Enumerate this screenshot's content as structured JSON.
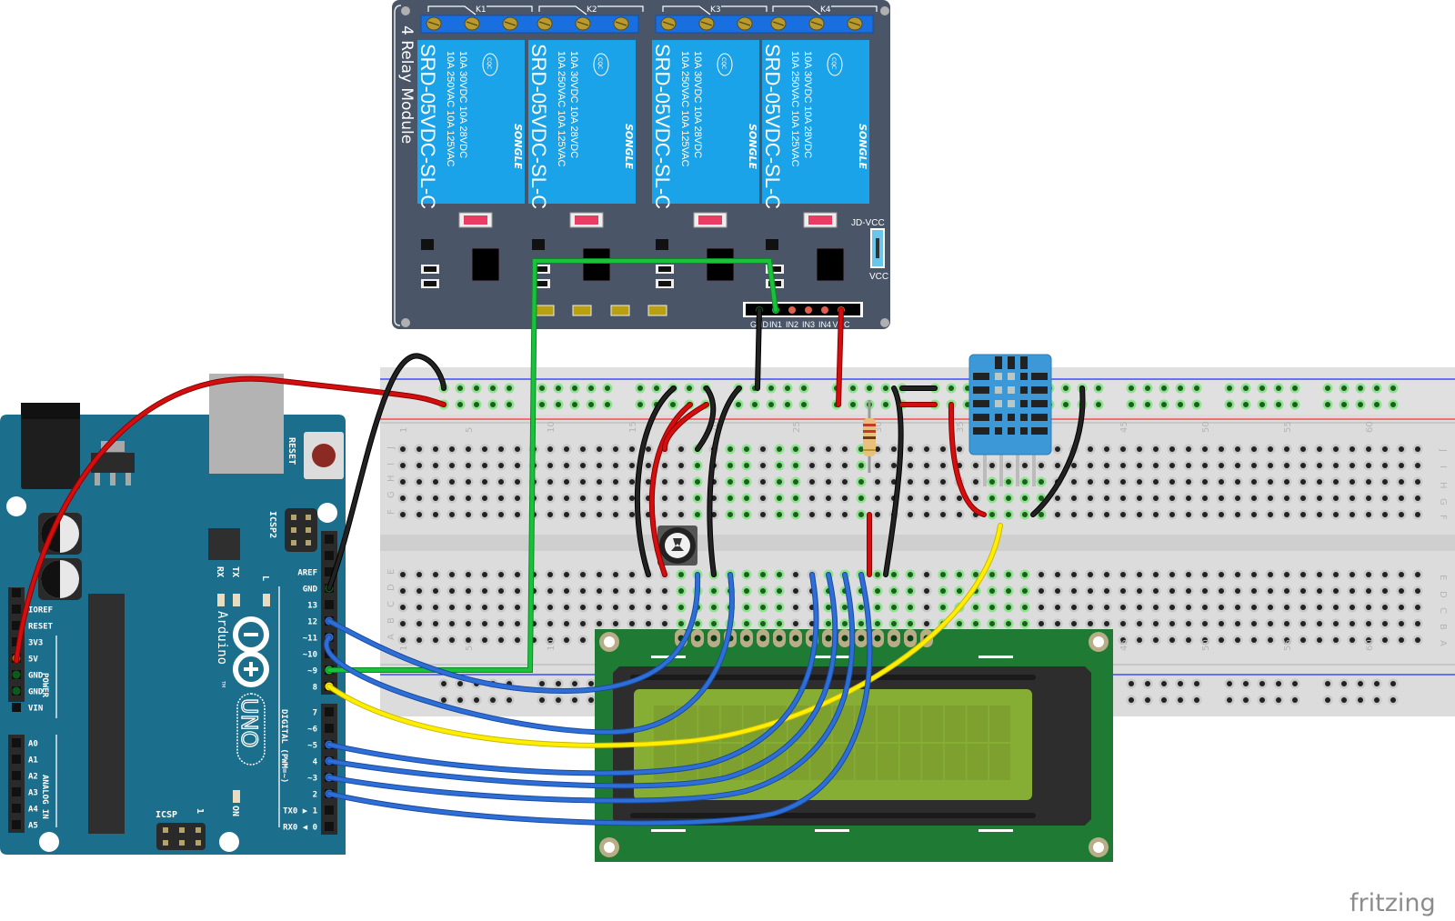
{
  "diagram": {
    "tool": "fritzing",
    "watermark": "fritzing",
    "colors": {
      "arduino_board": "#1c6f8c",
      "relay_board": "#4a5568",
      "relay_body": "#1aa3e8",
      "terminal_strip": "#1a6fe0",
      "breadboard": "#dcdcdc",
      "lcd_pcb": "#1f7a34",
      "lcd_screen": "#86ad34",
      "dht_body": "#3c98d6",
      "wire_red": "#d40e0e",
      "wire_black": "#222222",
      "wire_blue": "#2d6fd6",
      "wire_green": "#18c23a",
      "wire_yellow": "#ffee00"
    }
  },
  "relay_module": {
    "title": "4 Relay Module",
    "channels": [
      {
        "terminal_label": "K1",
        "model": "SRD-05VDC-SL-C",
        "rating_line1": "10A 250VAC 10A 125VAC",
        "rating_line2": "10A 30VDC 10A 28VDC",
        "brand": "SONGLE",
        "cert": "CQC"
      },
      {
        "terminal_label": "K2",
        "model": "SRD-05VDC-SL-C",
        "rating_line1": "10A 250VAC 10A 125VAC",
        "rating_line2": "10A 30VDC 10A 28VDC",
        "brand": "SONGLE",
        "cert": "CQC"
      },
      {
        "terminal_label": "K3",
        "model": "SRD-05VDC-SL-C",
        "rating_line1": "10A 250VAC 10A 125VAC",
        "rating_line2": "10A 30VDC 10A 28VDC",
        "brand": "SONGLE",
        "cert": "CQC"
      },
      {
        "terminal_label": "K4",
        "model": "SRD-05VDC-SL-C",
        "rating_line1": "10A 250VAC 10A 125VAC",
        "rating_line2": "10A 30VDC 10A 28VDC",
        "brand": "SONGLE",
        "cert": "CQC"
      }
    ],
    "jumper_top_label": "JD-VCC",
    "jumper_bottom_label": "VCC",
    "header_pins": [
      "GND",
      "IN1",
      "IN2",
      "IN3",
      "IN4",
      "VCC"
    ]
  },
  "arduino": {
    "name": "Arduino",
    "model": "UNO",
    "tm": "TM",
    "labels": {
      "reset": "RESET",
      "icsp2": "ICSP2",
      "icsp": "ICSP",
      "icsp_pin1": "1",
      "tx": "TX",
      "rx": "RX",
      "l": "L",
      "on": "ON",
      "power": "POWER",
      "analog_in": "ANALOG IN",
      "digital": "DIGITAL (PWM=~)"
    },
    "power_header": [
      "",
      "IOREF",
      "RESET",
      "3V3",
      "5V",
      "GND",
      "GND",
      "VIN"
    ],
    "analog_header": [
      "A0",
      "A1",
      "A2",
      "A3",
      "A4",
      "A5"
    ],
    "digital_header_top": [
      "",
      "",
      "AREF",
      "GND",
      "13",
      "12",
      "~11",
      "~10",
      "~9",
      "8"
    ],
    "digital_header_bottom": [
      "7",
      "~6",
      "~5",
      "4",
      "~3",
      "2",
      "TX0 ▶ 1",
      "RX0 ◀ 0"
    ]
  },
  "breadboard": {
    "column_labels": [
      "1",
      "5",
      "10",
      "15",
      "20",
      "25",
      "30",
      "35",
      "40",
      "45",
      "50",
      "55",
      "60"
    ],
    "row_labels_top": [
      "J",
      "I",
      "H",
      "G",
      "F"
    ],
    "row_labels_bottom": [
      "E",
      "D",
      "C",
      "B",
      "A"
    ],
    "columns": 63
  },
  "components": {
    "potentiometer": "potentiometer",
    "resistor": "pull-up resistor",
    "sensor": "DHT11 temperature/humidity sensor",
    "lcd": "16x2 character LCD"
  },
  "connections": [
    {
      "from": "Arduino 5V",
      "to": "Breadboard + rail",
      "color": "red"
    },
    {
      "from": "Arduino GND",
      "to": "Breadboard - rail",
      "color": "black"
    },
    {
      "from": "Arduino ~9",
      "to": "Relay IN1",
      "color": "green"
    },
    {
      "from": "Relay GND",
      "to": "Breadboard - rail",
      "color": "black"
    },
    {
      "from": "Relay VCC",
      "to": "Breadboard + rail",
      "color": "red"
    },
    {
      "from": "Arduino 8",
      "to": "DHT11 data",
      "color": "yellow"
    },
    {
      "from": "Arduino 12",
      "to": "LCD RS",
      "color": "blue"
    },
    {
      "from": "Arduino ~11",
      "to": "LCD E",
      "color": "blue"
    },
    {
      "from": "Arduino ~5",
      "to": "LCD D4",
      "color": "blue"
    },
    {
      "from": "Arduino 4",
      "to": "LCD D5",
      "color": "blue"
    },
    {
      "from": "Arduino ~3",
      "to": "LCD D6",
      "color": "blue"
    },
    {
      "from": "Arduino 2",
      "to": "LCD D7",
      "color": "blue"
    }
  ]
}
